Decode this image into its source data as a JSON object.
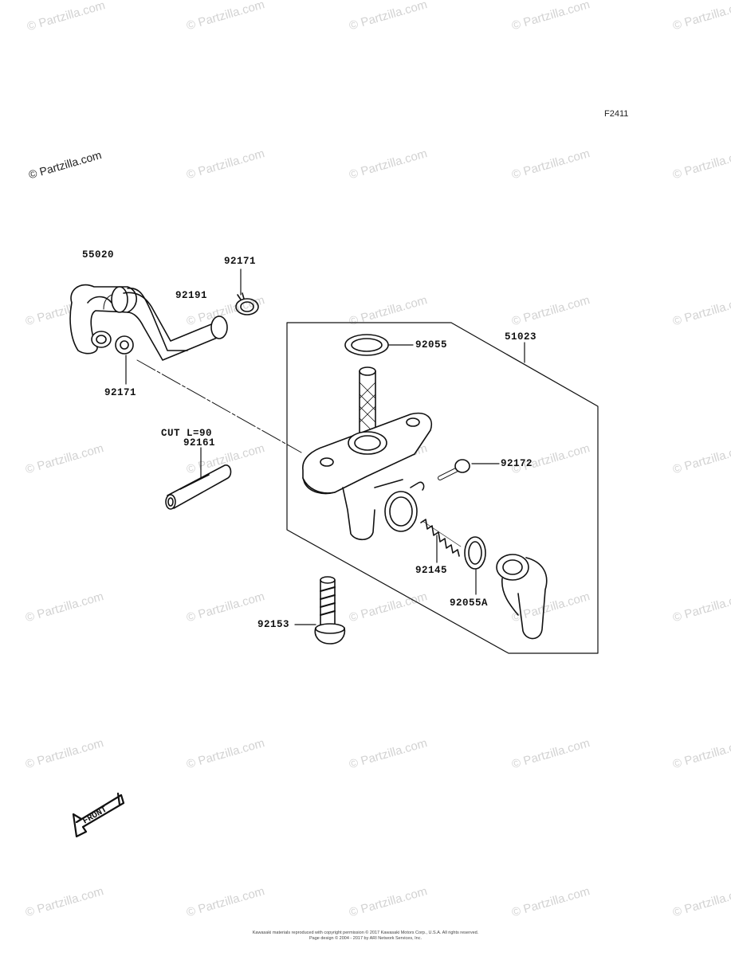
{
  "diagram": {
    "code": "F2411",
    "watermark": "© Partzilla.com",
    "parts": {
      "p55020": "55020",
      "p92171_top": "92171",
      "p92191": "92191",
      "p92171_left": "92171",
      "p92055": "92055",
      "p51023": "51023",
      "p_cut": "CUT L=90",
      "p92161": "92161",
      "p92172": "92172",
      "p92145": "92145",
      "p92055A": "92055A",
      "p92153": "92153"
    },
    "front_badge": "FRONT",
    "footer": [
      "Kawasaki materials reproduced with copyright permission © 2017 Kawasaki Motors Corp., U.S.A. All rights reserved.",
      "Page design © 2004 - 2017 by ARI Network Services, Inc."
    ]
  }
}
